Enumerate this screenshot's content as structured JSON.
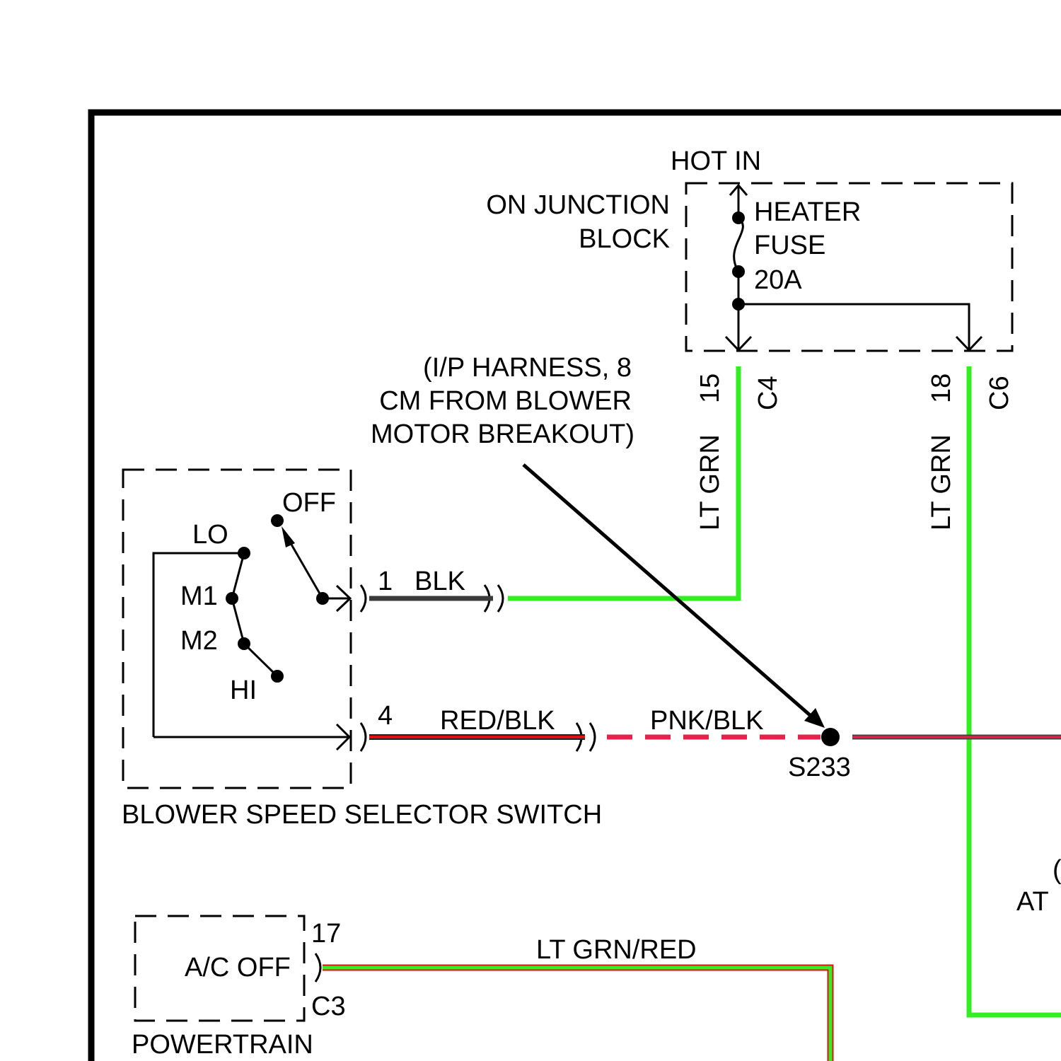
{
  "hot_in": "HOT IN",
  "junction_block": {
    "line1": "ON JUNCTION",
    "line2": "BLOCK"
  },
  "fuse": {
    "line1": "HEATER",
    "line2": "FUSE",
    "rating": "20A"
  },
  "harness_note": {
    "line1": "(I/P HARNESS, 8",
    "line2": "CM FROM BLOWER",
    "line3": "MOTOR BREAKOUT)"
  },
  "wires": {
    "left_pin": "15",
    "left_color": "LT GRN",
    "left_connector": "C4",
    "right_pin": "18",
    "right_color": "LT GRN",
    "right_connector": "C6",
    "pin1": "1",
    "pin1_color": "BLK",
    "pin4": "4",
    "pin4_color": "RED/BLK",
    "pnk_blk": "PNK/BLK",
    "splice": "S233",
    "ac_wire": "LT GRN/RED"
  },
  "switch": {
    "title": "BLOWER SPEED SELECTOR SWITCH",
    "off": "OFF",
    "lo": "LO",
    "m1": "M1",
    "m2": "M2",
    "hi": "HI"
  },
  "powertrain": {
    "ac_off": "A/C OFF",
    "pin": "17",
    "connector": "C3",
    "title": "POWERTRAIN"
  },
  "cut_text": {
    "paren": "(",
    "at": "AT"
  },
  "colors": {
    "lt_grn": "#33ee22",
    "blk": "#3a3a3a",
    "red_blk": "#e01010",
    "pnk_blk": "#e8204a",
    "lt_grn_red_outer": "#e01010",
    "lt_grn_red_inner": "#33ee22"
  }
}
